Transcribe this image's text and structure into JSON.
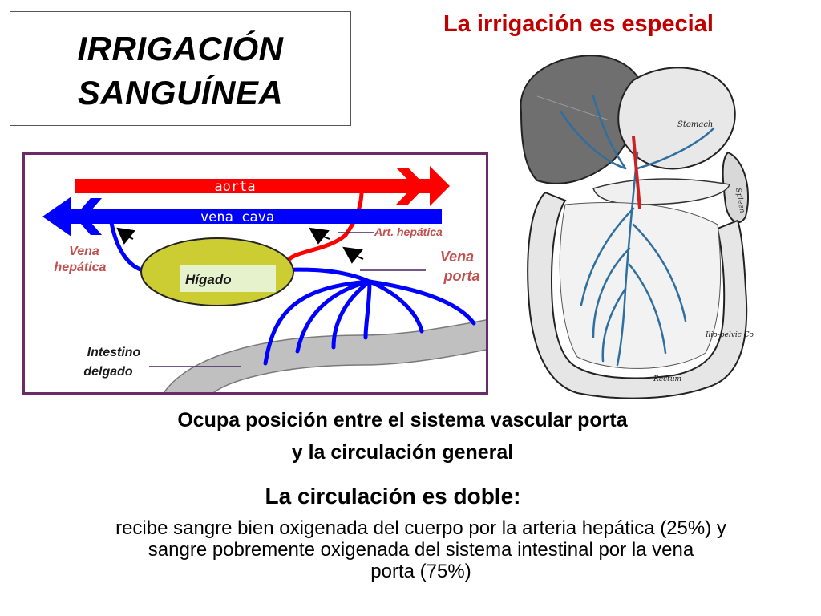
{
  "title": {
    "line1": "IRRIGACIÓN",
    "line2": "SANGUÍNEA"
  },
  "subtitle": "La irrigación es especial",
  "diagram": {
    "aorta_label": "aorta",
    "vena_cava_label": "vena cava",
    "higado_label": "Hígado",
    "art_hepatica_label": "Art. hepática",
    "vena_hepatica_label_1": "Vena",
    "vena_hepatica_label_2": "hepática",
    "vena_porta_label_1": "Vena",
    "vena_porta_label_2": "porta",
    "intestino_label_1": "Intestino",
    "intestino_label_2": "delgado",
    "colors": {
      "aorta": "#ff0000",
      "vena_cava": "#0000ff",
      "liver": "#cccc33",
      "intestine": "#c0c0c0",
      "label_red": "#c0504d",
      "frame": "#6b2b6b"
    }
  },
  "anatomy_labels": {
    "stomach": "Stomach",
    "spleen": "Spleen",
    "colon": "Ilio-pelvic Colon",
    "rectum": "Rectum"
  },
  "caption": {
    "line1": "Ocupa posición entre el sistema vascular porta",
    "line2": "y la circulación general"
  },
  "heading": "La circulación es doble:",
  "body": {
    "line1": "recibe sangre bien oxigenada del cuerpo por la  arteria hepática (25%) y",
    "line2": "sangre pobremente oxigenada del sistema intestinal por la vena",
    "line3": "porta (75%)"
  }
}
